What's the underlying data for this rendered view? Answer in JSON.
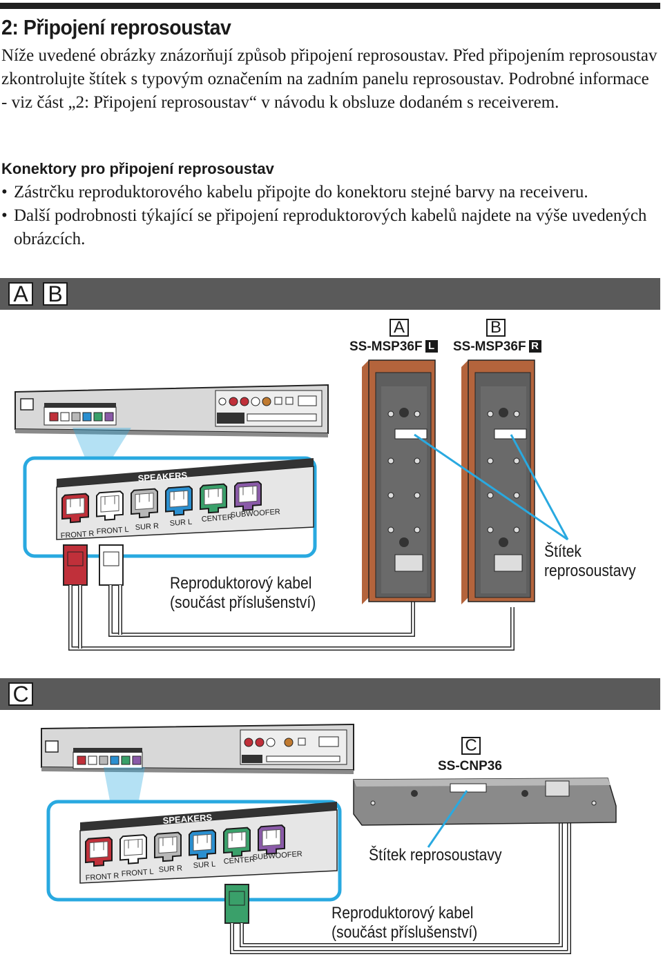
{
  "heading": {
    "title": "2: Připojení reprosoustav",
    "intro": "Níže uvedené obrázky znázorňují způsob připojení reprosoustav. Před připojením reprosoustav zkontrolujte štítek s typovým označením na zadním panelu reprosoustav. Podrobné informace - viz část „2: Připojení reprosoustav“ v návodu k obsluze dodaném s receiverem."
  },
  "connectors": {
    "subtitle": "Konektory pro připojení reprosoustav",
    "bullets": [
      "Zástrčku reproduktorového kabelu připojte do konektoru stejné barvy na receiveru.",
      "Další podrobnosti týkající se připojení reproduktorových kabelů najdete na výše uvedených obrázcích."
    ]
  },
  "section_ab": {
    "letters": [
      "A",
      "B"
    ],
    "speaker_a": {
      "letter": "A",
      "model": "SS-MSP36F",
      "side": "L"
    },
    "speaker_b": {
      "letter": "B",
      "model": "SS-MSP36F",
      "side": "R"
    },
    "panel_label": "SPEAKERS",
    "terminals": [
      "FRONT R",
      "FRONT L",
      "SUR R",
      "SUR L",
      "CENTER",
      "SUBWOOFER"
    ],
    "cable_caption_line1": "Reproduktorový kabel",
    "cable_caption_line2": "(součást příslušenství)",
    "label_caption_line1": "Štítek",
    "label_caption_line2": "reprosoustavy"
  },
  "section_c": {
    "letter": "C",
    "speaker_c": {
      "letter": "C",
      "model": "SS-CNP36"
    },
    "panel_label": "SPEAKERS",
    "terminals": [
      "FRONT R",
      "FRONT L",
      "SUR R",
      "SUR L",
      "CENTER",
      "SUBWOOFER"
    ],
    "label_caption": "Štítek reprosoustavy",
    "cable_caption_line1": "Reproduktorový kabel",
    "cable_caption_line2": "(součást příslušenství)"
  },
  "colors": {
    "front_r": "#c0303a",
    "front_l": "#ffffff",
    "sur_r": "#b8b8b8",
    "sur_l": "#2a8fd0",
    "center": "#3aa06a",
    "subwoofer": "#8a5aa8",
    "highlight": "#29a9e0",
    "wood": "#b4643c"
  }
}
